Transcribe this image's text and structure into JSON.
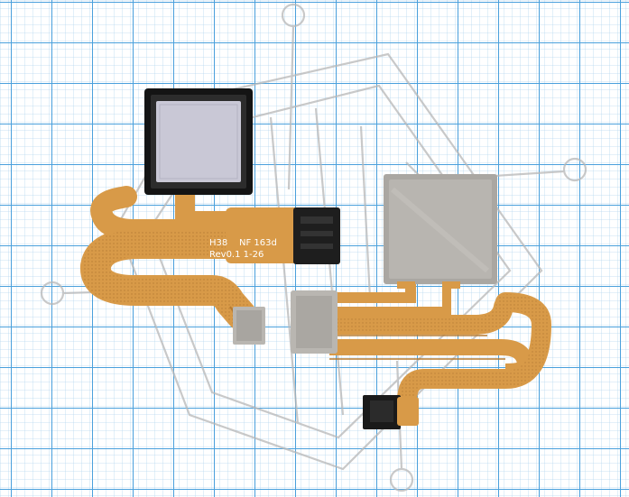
{
  "photo": {
    "subject": "fingerprint sensor flex cable",
    "silkscreen": {
      "model": "H38",
      "part_code": "NF 163d",
      "revision": "Rev0.1 1-26"
    },
    "colors": {
      "paper": "#ffffff",
      "grid_minor": "#b8d8f0",
      "grid_major": "#4aa0dc",
      "flex": "#d89a48",
      "flex_dark": "#b57a30",
      "sensor_frame": "#141414",
      "sensor_face": "#c9c8d6",
      "shield_metal": "#aaa7a2",
      "connector": "#1e1e1e",
      "stiffener": "#b9b6b1",
      "watermark": "#b7b7b7"
    }
  }
}
